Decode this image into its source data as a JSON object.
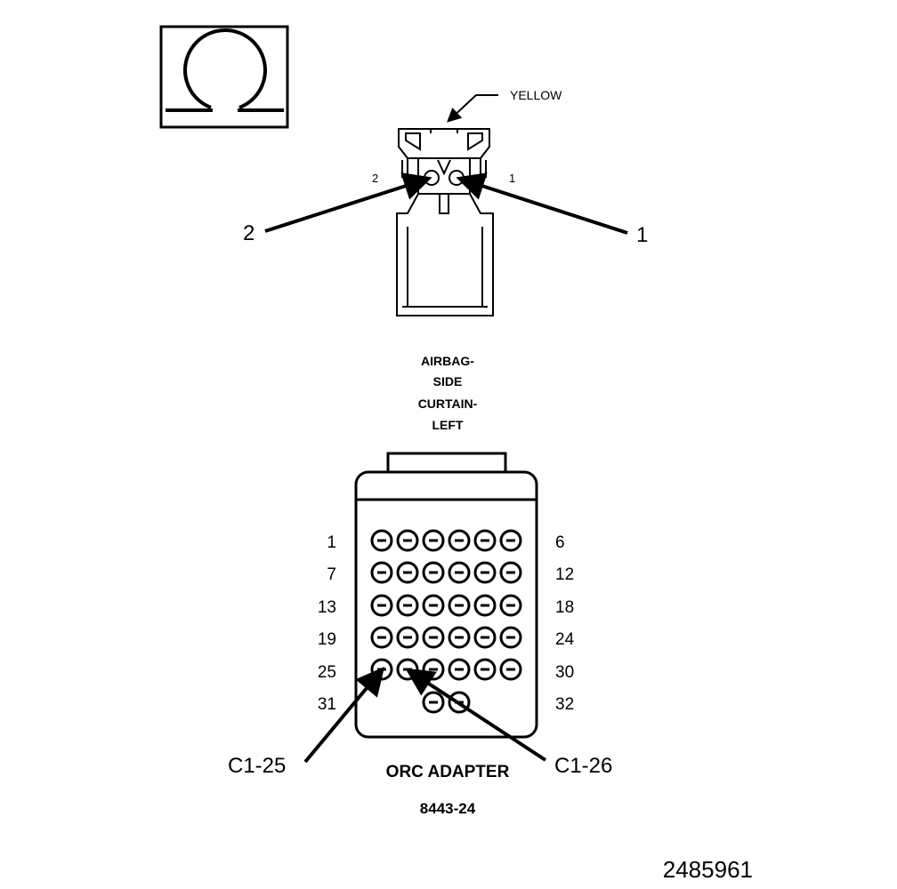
{
  "symbol": {
    "icon": "ohm-icon",
    "glyph": "Ω"
  },
  "top_connector": {
    "color_callout": "YELLOW",
    "pin_left_small": "2",
    "pin_right_small": "1",
    "callout_left": "2",
    "callout_right": "1",
    "name_lines": [
      "AIRBAG-",
      "SIDE",
      "CURTAIN-",
      "LEFT"
    ]
  },
  "adapter": {
    "row_labels_left": [
      "1",
      "7",
      "13",
      "19",
      "25",
      "31"
    ],
    "row_labels_right": [
      "6",
      "12",
      "18",
      "24",
      "30",
      "32"
    ],
    "callout_left": "C1-25",
    "callout_right": "C1-26",
    "name": "ORC ADAPTER",
    "part_number": "8443-24"
  },
  "figure_number": "2485961"
}
